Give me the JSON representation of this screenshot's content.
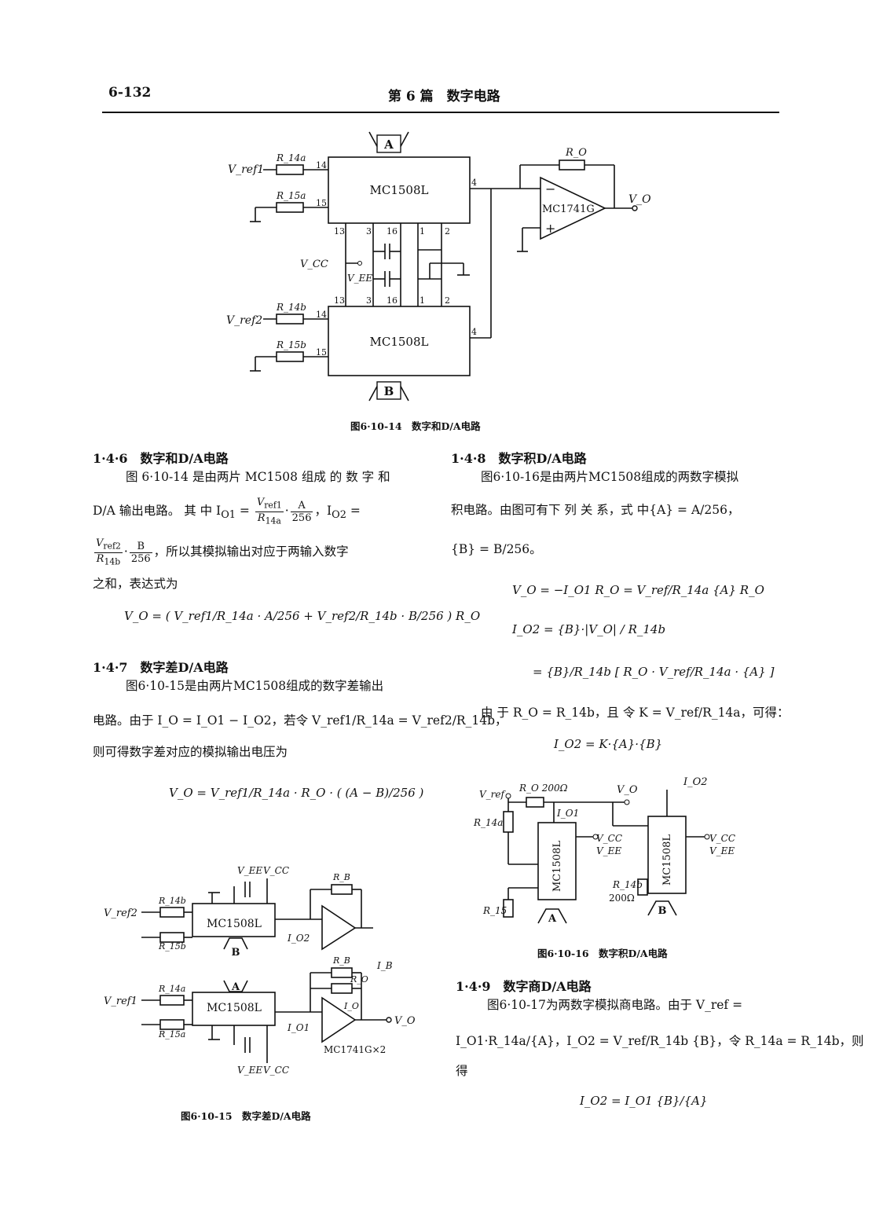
{
  "header": {
    "page": "6-132",
    "title": "第 6 篇　数字电路"
  },
  "fig14": {
    "caption": "图6·10-14　数字和D/A电路",
    "chip": "MC1508L",
    "opamp": "MC1741G",
    "bus_a": "A",
    "bus_b": "B",
    "vref1": "V_ref1",
    "vref2": "V_ref2",
    "r14a": "R_14a",
    "r15a": "R_15a",
    "r14b": "R_14b",
    "r15b": "R_15b",
    "ro": "R_O",
    "vo": "V_O",
    "vcc": "V_CC",
    "vee": "V_EE",
    "pins": {
      "p14": "14",
      "p15": "15",
      "p13": "13",
      "p3": "3",
      "p16": "16",
      "p1": "1",
      "p2": "2",
      "p4": "4"
    },
    "minus": "−",
    "plus": "+"
  },
  "sec146": {
    "heading": "1·4·6　数字和D/A电路",
    "l1": "图 6·10-14 是由两片 MC1508 组成 的 数 字 和",
    "l2a": "D/A 输出电路。 其 中 I",
    "l2b": "O1",
    "l2c": " =",
    "l2d": "·",
    "l2e": "，I",
    "l2f": "O2",
    "l2g": " =",
    "l3": "，所以其模拟输出对应于两输入数字",
    "l4": "之和，表达式为",
    "eq": "V_O = ( V_ref1/R_14a · A/256 + V_ref2/R_14b · B/256 ) R_O"
  },
  "sec147": {
    "heading": "1·4·7　数字差D/A电路",
    "l1": "图6·10-15是由两片MC1508组成的数字差输出",
    "l2": "电路。由于 I_O = I_O1 − I_O2，若令 V_ref1/R_14a = V_ref2/R_14b，",
    "l3": "则可得数字差对应的模拟输出电压为",
    "eq": "V_O = V_ref1/R_14a · R_O · ( (A − B)/256 )"
  },
  "fig15": {
    "caption": "图6·10-15　数字差D/A电路",
    "chip": "MC1508L",
    "opamp": "MC1741G×2",
    "vref1": "V_ref1",
    "vref2": "V_ref2",
    "r14a": "R_14a",
    "r15a": "R_15a",
    "r14b": "R_14b",
    "r15b": "R_15b",
    "rb": "R_B",
    "ro": "R_O",
    "io1": "I_O1",
    "io2": "I_O2",
    "ib": "I_B",
    "io": "I_O",
    "vo": "V_O",
    "vee": "V_EE",
    "vcc": "V_CC",
    "bus_a": "A",
    "bus_b": "B"
  },
  "sec148": {
    "heading": "1·4·8　数字积D/A电路",
    "l1": "图6·10-16是由两片MC1508组成的两数字模拟",
    "l2": "积电路。由图可有下 列 关 系，式 中{A} = A/256，",
    "l3": "{B} = B/256。",
    "eq1": "V_O = −I_O1 R_O = V_ref/R_14a {A} R_O",
    "eq2": "I_O2 = {B}·|V_O| / R_14b",
    "eq3": "= {B}/R_14b [ R_O · V_ref/R_14a · {A} ]",
    "l4": "由 于 R_O = R_14b，且 令 K = V_ref/R_14a，可得：",
    "eq4": "I_O2 = K·{A}·{B}"
  },
  "fig16": {
    "caption": "图6·10-16　数字积D/A电路",
    "chip": "MC1508L",
    "ro": "R_O 200Ω",
    "vo": "V_O",
    "io2": "I_O2",
    "io1": "I_O1",
    "vref": "V_ref",
    "r14a": "R_14a",
    "r15": "R_15",
    "r14b": "R_14b",
    "r14b_val": "200Ω",
    "vcc": "V_CC",
    "vee": "V_EE",
    "bus_a": "A",
    "bus_b": "B"
  },
  "sec149": {
    "heading": "1·4·9　数字商D/A电路",
    "l1": "图6·10-17为两数字模拟商电路。由于 V_ref =",
    "l2": "I_O1·R_14a/{A}，I_O2 = V_ref/R_14b {B}，令 R_14a = R_14b，则",
    "l3": "得",
    "eq": "I_O2 = I_O1 {B}/{A}"
  }
}
